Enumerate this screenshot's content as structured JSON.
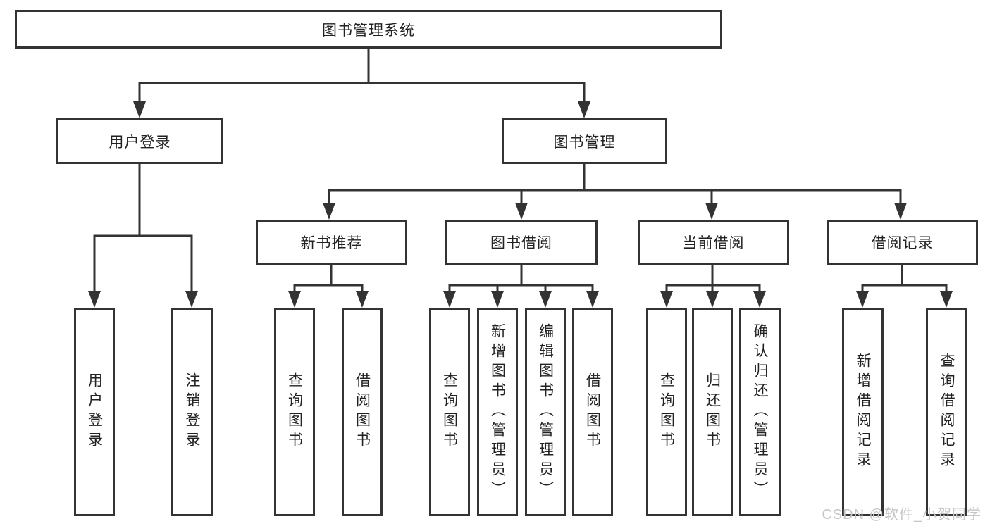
{
  "colors": {
    "line": "#333333",
    "box_border": "#333333",
    "text": "#222222",
    "background": "#ffffff",
    "watermark_text_color": "#c6c6c6"
  },
  "watermark": {
    "text": "CSDN @软件_小贺同学"
  },
  "nodes": {
    "root": {
      "label": "图书管理系统"
    },
    "user_login": {
      "label": "用户登录"
    },
    "book_mgmt": {
      "label": "图书管理"
    },
    "leaf_user_login": {
      "label": "用户登录"
    },
    "leaf_logout": {
      "label": "注销登录"
    },
    "new_book_rec": {
      "label": "新书推荐"
    },
    "book_borrow": {
      "label": "图书借阅"
    },
    "current_borrow": {
      "label": "当前借阅"
    },
    "borrow_records": {
      "label": "借阅记录"
    },
    "nb_query_books": {
      "label": "查询图书"
    },
    "nb_borrow_books": {
      "label": "借阅图书"
    },
    "bb_query_books": {
      "label": "查询图书"
    },
    "bb_add_books": {
      "label": "新增图书（管理员）"
    },
    "bb_edit_books": {
      "label": "编辑图书（管理员）"
    },
    "bb_borrow_books": {
      "label": "借阅图书"
    },
    "cb_query_books": {
      "label": "查询图书"
    },
    "cb_return_books": {
      "label": "归还图书"
    },
    "cb_confirm_return": {
      "label": "确认归还（管理员）"
    },
    "br_add_record": {
      "label": "新增借阅记录"
    },
    "br_query_record": {
      "label": "查询借阅记录"
    }
  }
}
